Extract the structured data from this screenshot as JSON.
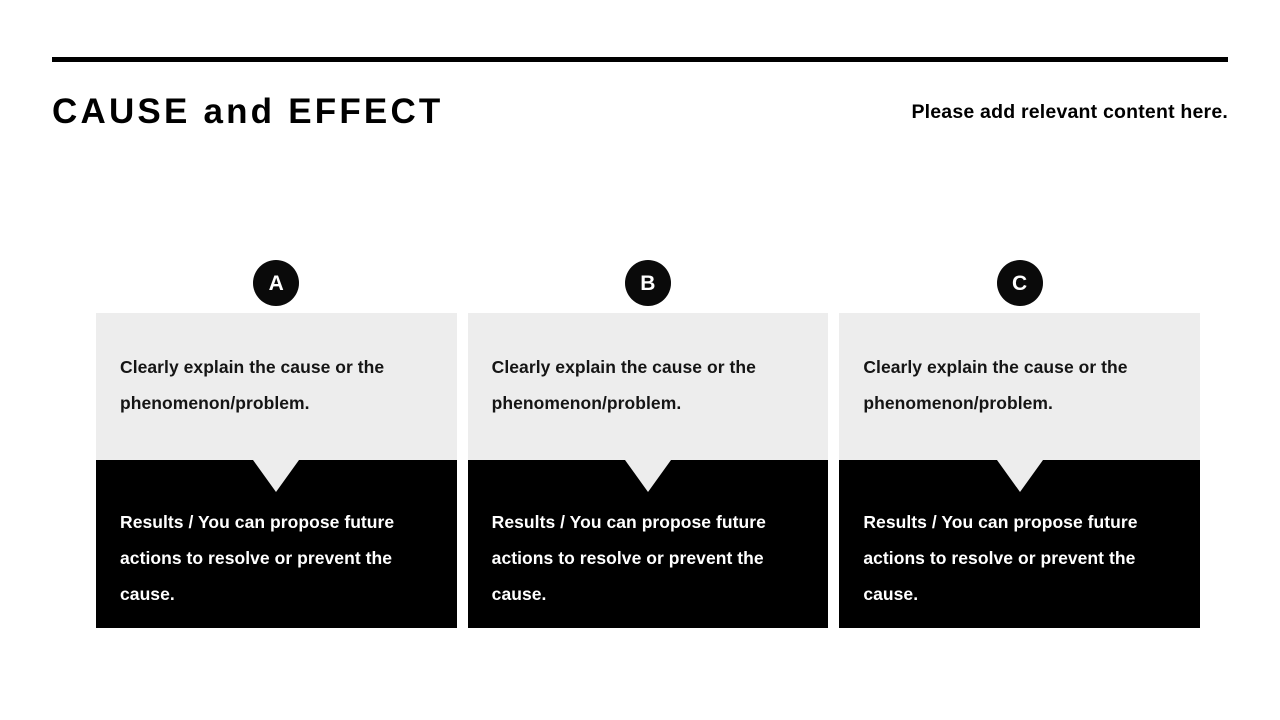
{
  "header": {
    "title": "CAUSE and EFFECT",
    "note": "Please add relevant content here.",
    "rule_color": "#000000"
  },
  "theme": {
    "background": "#ffffff",
    "cause_box_bg": "#ededed",
    "effect_box_bg": "#000000",
    "badge_bg": "#0a0a0a",
    "badge_text": "#ffffff",
    "cause_text_color": "#151515",
    "effect_text_color": "#ffffff"
  },
  "columns": [
    {
      "badge": "A",
      "cause": "Clearly explain the cause or the phenomenon/problem.",
      "effect": "Results / You can propose future actions to resolve or prevent the cause."
    },
    {
      "badge": "B",
      "cause": "Clearly explain the cause or the phenomenon/problem.",
      "effect": "Results / You can propose future actions to resolve or prevent the cause."
    },
    {
      "badge": "C",
      "cause": "Clearly explain the cause or the phenomenon/problem.",
      "effect": "Results / You can propose future actions to resolve or prevent the cause."
    }
  ]
}
